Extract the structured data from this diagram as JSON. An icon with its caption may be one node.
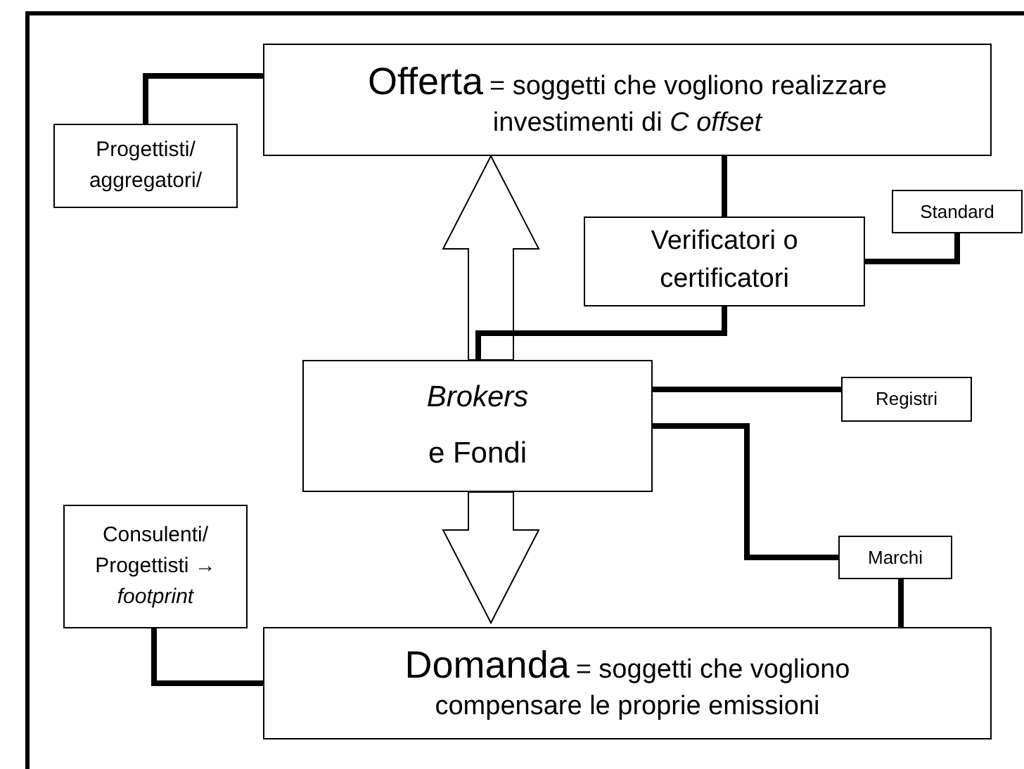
{
  "diagram": {
    "nodes": [
      {
        "text": [
          "Offerta",
          "= soggetti che vogliono realizzare investimenti di *C offset*"
        ]
      },
      {
        "text": [
          "Progettisti/ aggregatori/"
        ]
      },
      {
        "text": [
          "Verificatori o certificatori"
        ]
      },
      {
        "text": [
          "Standard"
        ]
      },
      {
        "text": [
          "*Brokers* e Fondi"
        ]
      },
      {
        "text": [
          "Registri"
        ]
      },
      {
        "text": [
          "Consulenti/ Progettisti → *footprint*"
        ]
      },
      {
        "text": [
          "Marchi"
        ]
      },
      {
        "text": [
          "Domanda",
          "= soggetti che vogliono compensare le proprie emissioni"
        ]
      }
    ],
    "edges": [
      {
        "from": 1,
        "to": 0,
        "arrow": "none"
      },
      {
        "from": 0,
        "to": 2,
        "arrow": "none"
      },
      {
        "from": 2,
        "to": 3,
        "arrow": "none"
      },
      {
        "from": 4,
        "to": 0,
        "arrow": "to",
        "style": "thick"
      },
      {
        "from": 2,
        "to": 4,
        "arrow": "none"
      },
      {
        "from": 4,
        "to": 5,
        "arrow": "none"
      },
      {
        "from": 4,
        "to": 7,
        "arrow": "none"
      },
      {
        "from": 4,
        "to": 8,
        "arrow": "to",
        "style": "thick"
      },
      {
        "from": 7,
        "to": 8,
        "arrow": "none"
      },
      {
        "from": 6,
        "to": 8,
        "arrow": "none"
      }
    ]
  }
}
